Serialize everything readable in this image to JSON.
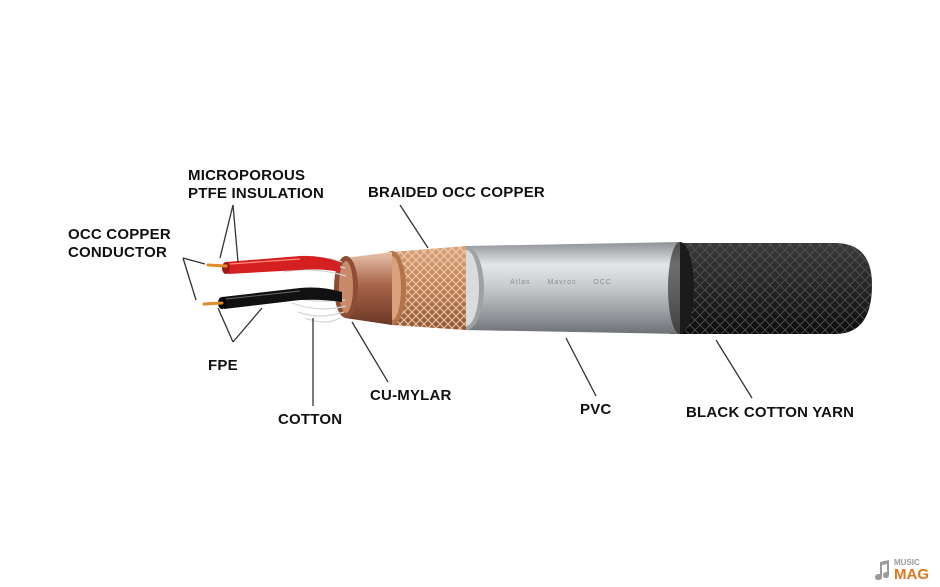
{
  "labels": {
    "microporous_line1": "MICROPOROUS",
    "microporous_line2": "PTFE INSULATION",
    "braided": "BRAIDED OCC COPPER",
    "occ_line1": "OCC COPPER",
    "occ_line2": "CONDUCTOR",
    "fpe": "FPE",
    "cu_mylar": "CU-MYLAR",
    "cotton": "COTTON",
    "pvc": "PVC",
    "black_yarn": "BLACK COTTON YARN"
  },
  "jacket_print": [
    "Atlas",
    "Mavros",
    "OCC"
  ],
  "watermark": {
    "line1": "MUSIC",
    "line2": "MAG"
  },
  "colors": {
    "outer_yarn": "#232323",
    "pvc": "#b9bcbf",
    "braid": "#c98a60",
    "cu_mylar": "#a8654a",
    "red_insulation": "#d42020",
    "black_insulation": "#111111",
    "copper_tip": "#e08a2a",
    "leader_line": "#333333",
    "watermark_accent": "#e0761f"
  }
}
